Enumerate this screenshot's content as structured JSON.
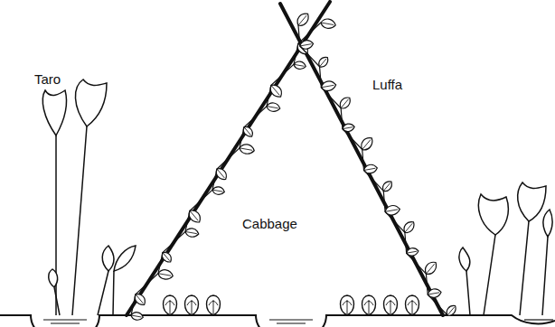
{
  "diagram": {
    "labels": [
      "Taro",
      "Luffa",
      "Cabbage"
    ]
  }
}
